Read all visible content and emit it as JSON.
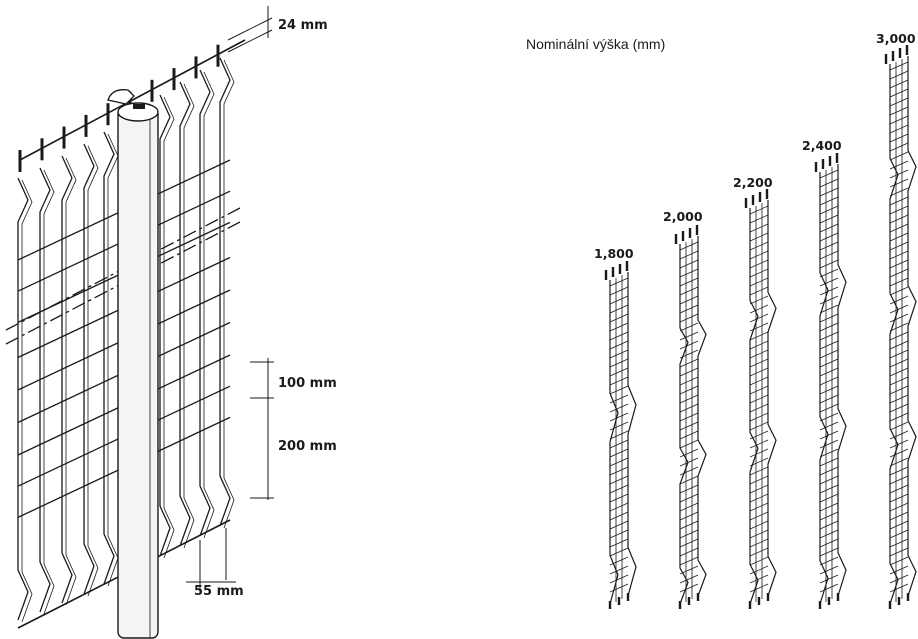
{
  "dimensions": {
    "post_gap": "24 mm",
    "top_spacing": "100 mm",
    "mesh_height": "200 mm",
    "mesh_width": "55 mm"
  },
  "heights": {
    "title": "Nominální výška (mm)",
    "items": [
      {
        "label": "1,800",
        "value": 1800
      },
      {
        "label": "2,000",
        "value": 2000
      },
      {
        "label": "2,200",
        "value": 2200
      },
      {
        "label": "2,400",
        "value": 2400
      },
      {
        "label": "3,000",
        "value": 3000
      }
    ]
  },
  "colors": {
    "line": "#1a1a1a",
    "post": "#f4f4f4"
  }
}
